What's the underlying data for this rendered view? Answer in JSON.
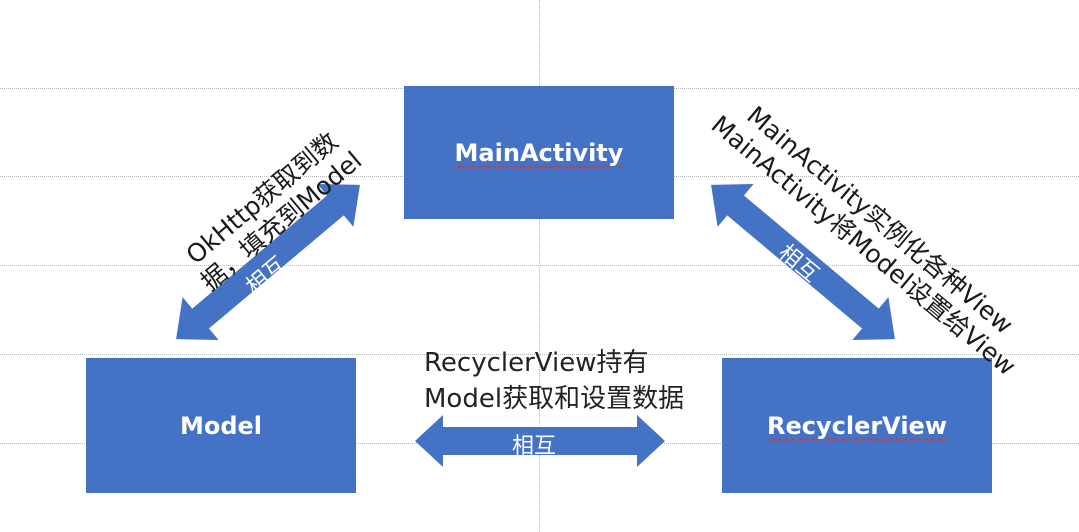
{
  "boxes": {
    "main_activity": "MainActivity",
    "model": "Model",
    "recycler_view": "RecyclerView"
  },
  "labels": {
    "left_line1": "OkHttp获取到数",
    "left_line2": "据，填充到Model",
    "right_line1": "MainActivity实例化各种View",
    "right_line2": "MainActivity将Model设置给View",
    "bottom_line1": "RecyclerView持有",
    "bottom_line2": "Model获取和设置数据"
  },
  "arrows": {
    "left_label": "相互",
    "right_label": "相互",
    "bottom_label": "相互"
  },
  "colors": {
    "box_fill": "#4472c4",
    "box_text": "#ffffff",
    "spellcheck_underline": "#e03030"
  }
}
